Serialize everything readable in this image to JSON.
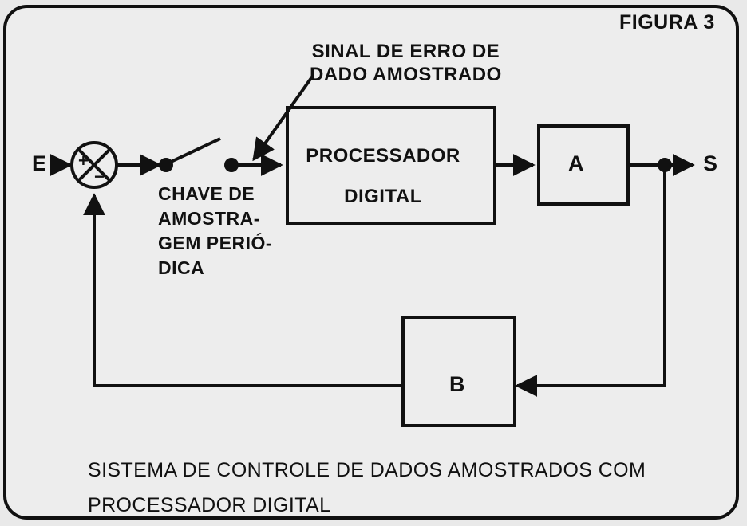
{
  "figure_label": "FIGURA 3",
  "error_signal_label": [
    "SINAL DE ERRO DE",
    "DADO AMOSTRADO"
  ],
  "processor_label": [
    "PROCESSADOR",
    "DIGITAL"
  ],
  "switch_label": [
    "CHAVE DE",
    "AMOSTRA-",
    "GEM PERIÓ-",
    "DICA"
  ],
  "block_a": "A",
  "block_b": "B",
  "input_signal": "E",
  "output_signal": "S",
  "sum_plus": "+",
  "sum_minus": "−",
  "caption": [
    "SISTEMA DE CONTROLE DE DADOS AMOSTRADOS COM",
    "PROCESSADOR DIGITAL"
  ],
  "colors": {
    "ink": "#111111",
    "paper": "#e9e9e9",
    "bleed": "#b9b9b9"
  }
}
